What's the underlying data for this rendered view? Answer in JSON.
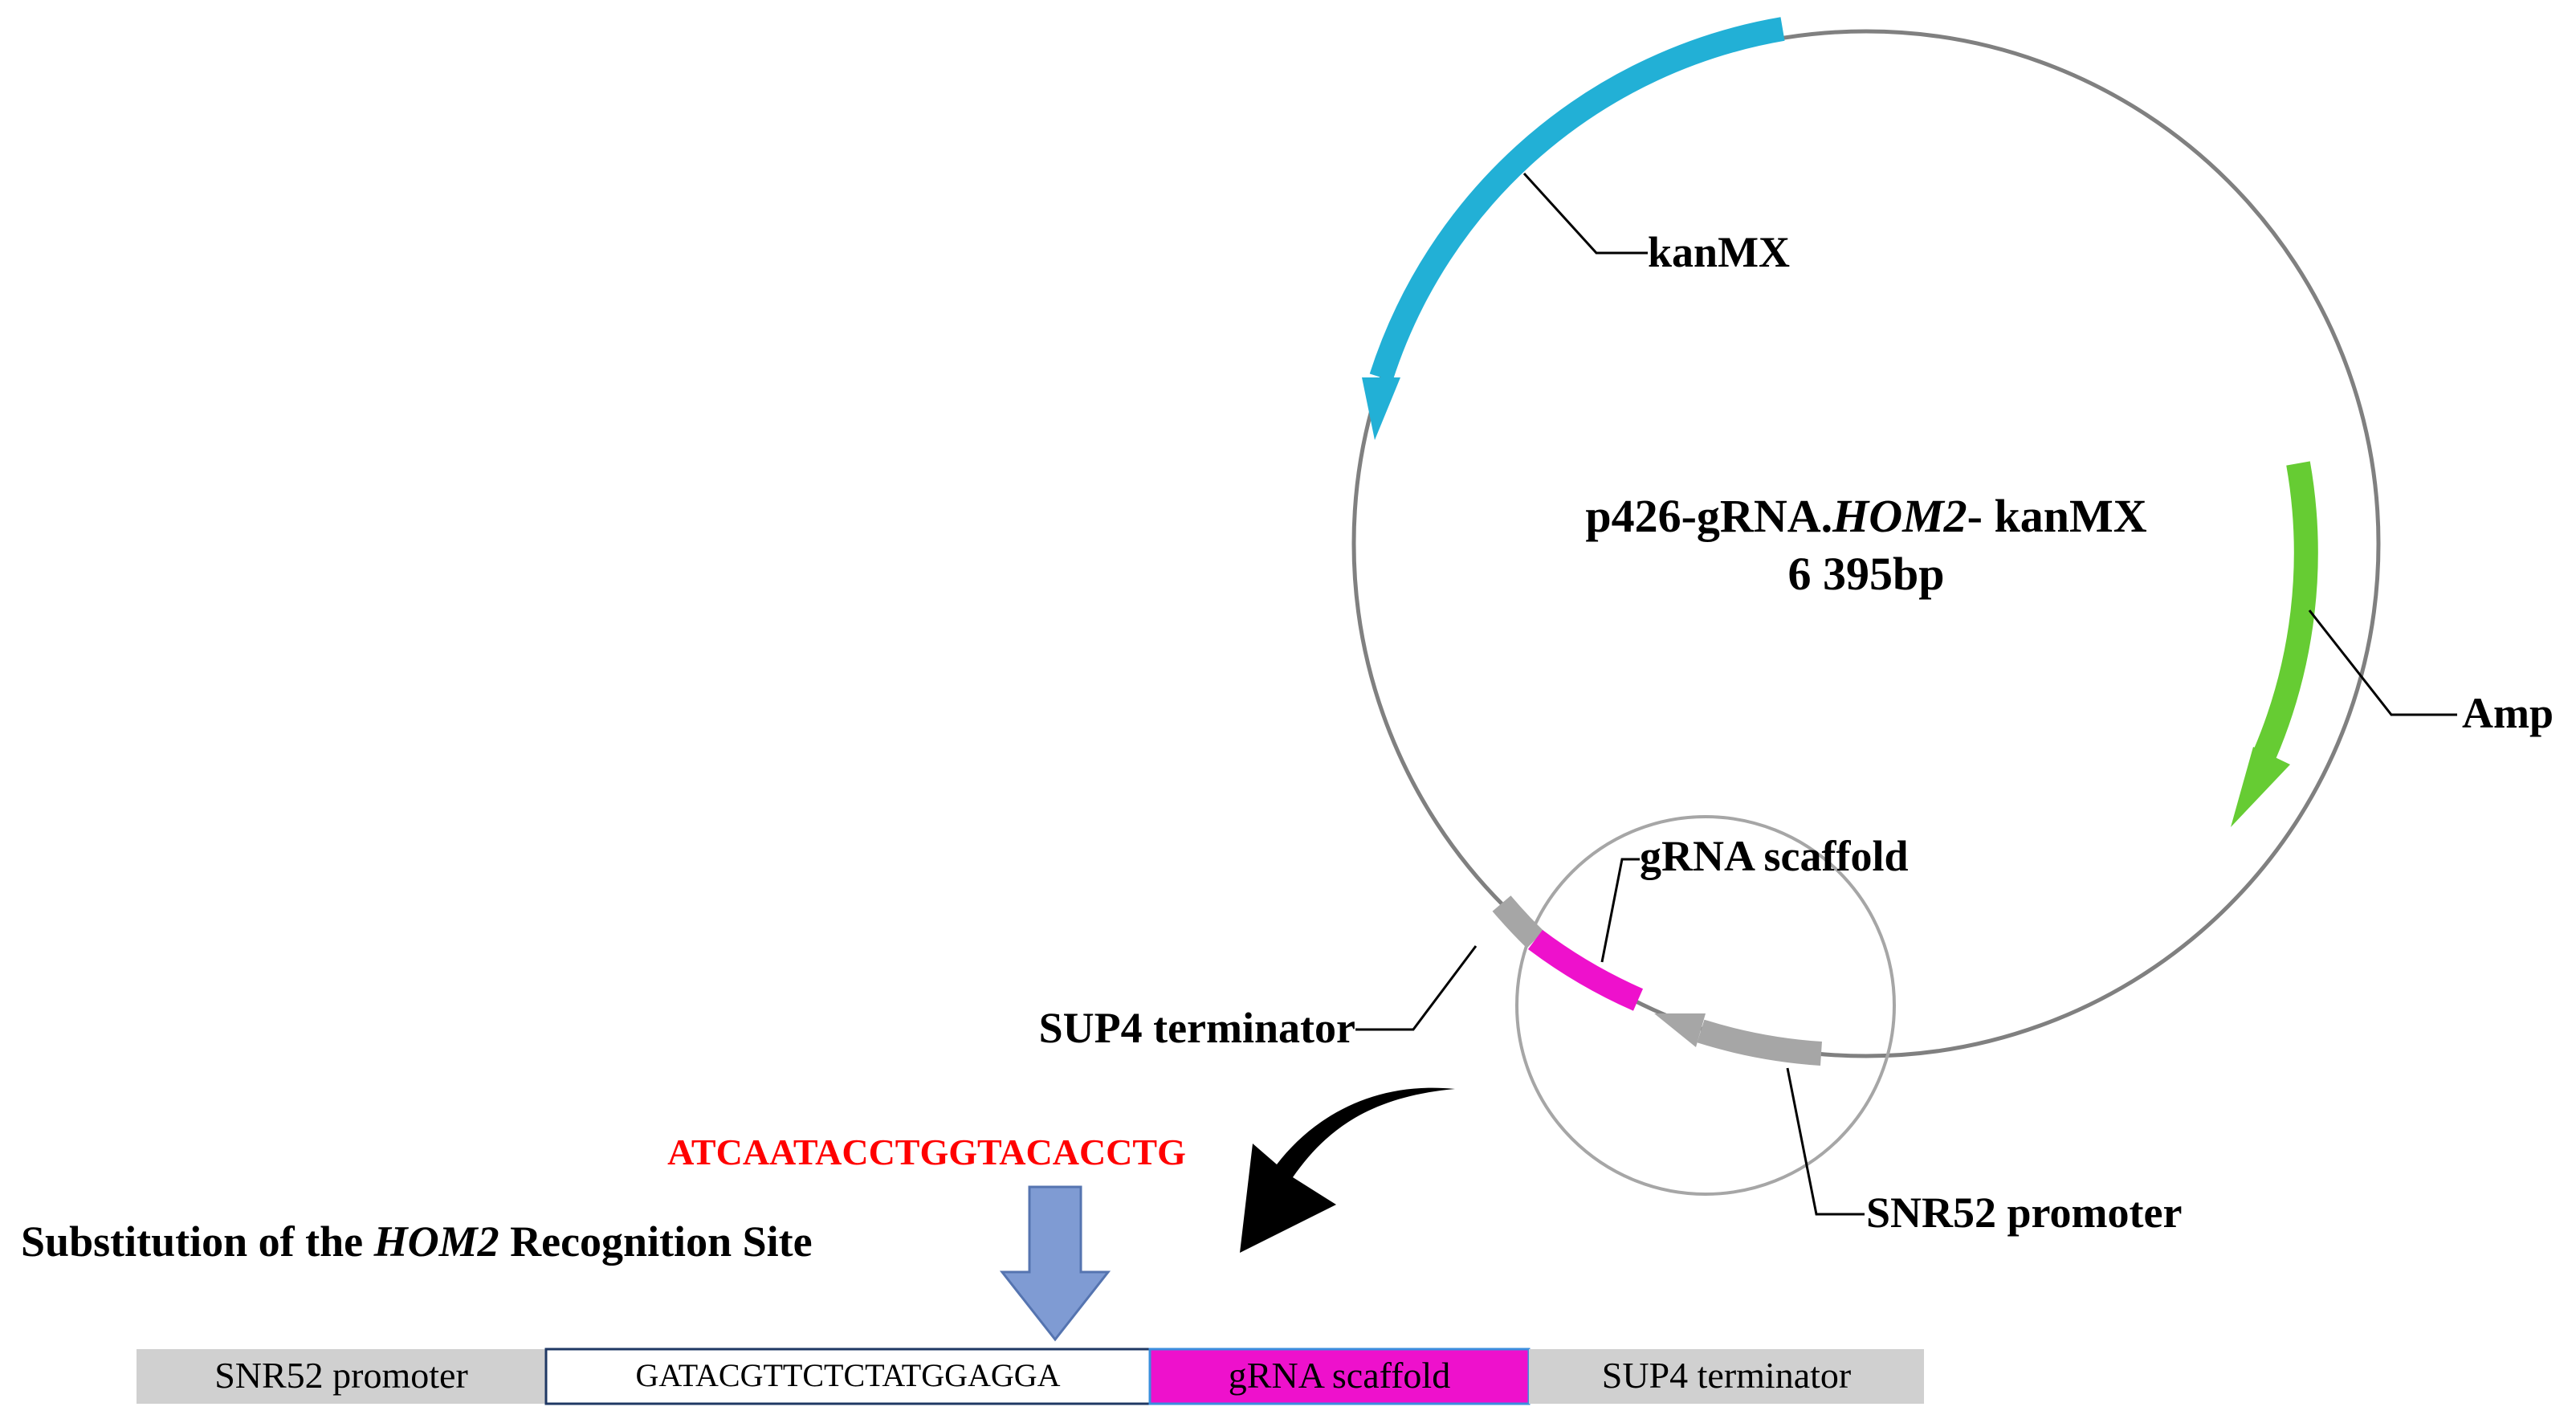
{
  "plasmid": {
    "name_prefix": "p426-gRNA.",
    "name_italic": "HOM2",
    "name_suffix": "- kanMX",
    "size": "6 395bp"
  },
  "features": {
    "kanmx": "kanMX",
    "amp": "Amp",
    "grna_scaffold": "gRNA scaffold",
    "sup4_terminator": "SUP4 terminator",
    "snr52_promoter": "SNR52 promoter"
  },
  "feature_colors": {
    "kanmx": "#22b0d6",
    "amp": "#66cc33",
    "grna_scaffold": "#ee11cc",
    "promoter_terminator": "#a6a6a6",
    "target_arrow": "#7f9bd3",
    "new_sequence": "#ff0000"
  },
  "substitution": {
    "new_sequence": "ATCAATACCTGGTACACCTG",
    "heading_prefix": "Substitution of the ",
    "heading_italic": "HOM2",
    "heading_suffix": " Recognition Site"
  },
  "cassette": {
    "segments": [
      "SNR52 promoter",
      "GATACGTTCTCTATGGAGGA",
      "gRNA scaffold",
      "SUP4 terminator"
    ]
  }
}
